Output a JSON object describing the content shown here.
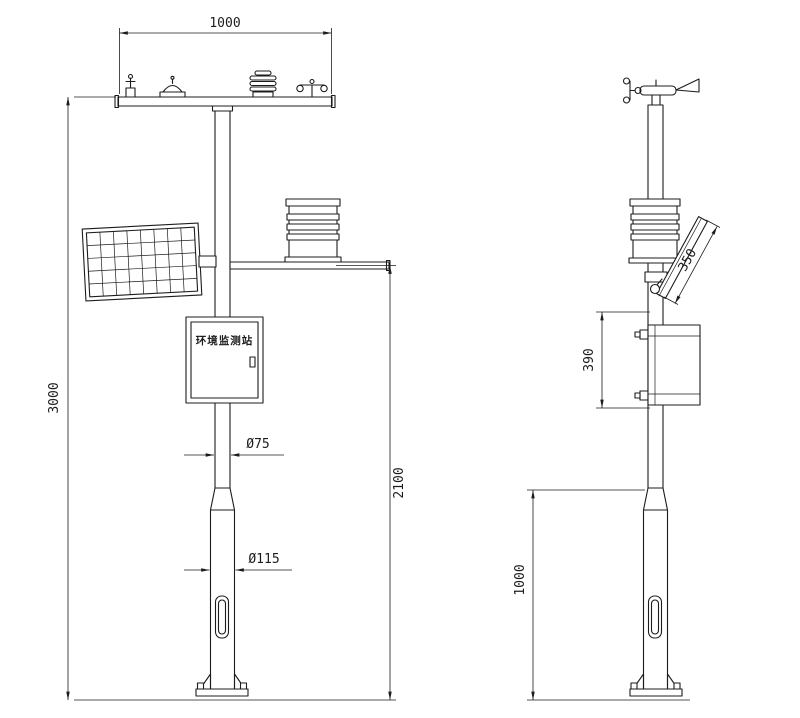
{
  "front_view": {
    "dim_top_width": "1000",
    "dim_total_height": "3000",
    "dim_boom_height": "2100",
    "dim_pole_diameter": "Ø75",
    "dim_base_diameter": "Ø115",
    "cabinet_label": "环境监测站"
  },
  "side_view": {
    "dim_panel_length": "350",
    "dim_cabinet_height": "390",
    "dim_base_height": "1000"
  },
  "style": {
    "line_color": "#1c1c1c",
    "background": "#ffffff"
  }
}
